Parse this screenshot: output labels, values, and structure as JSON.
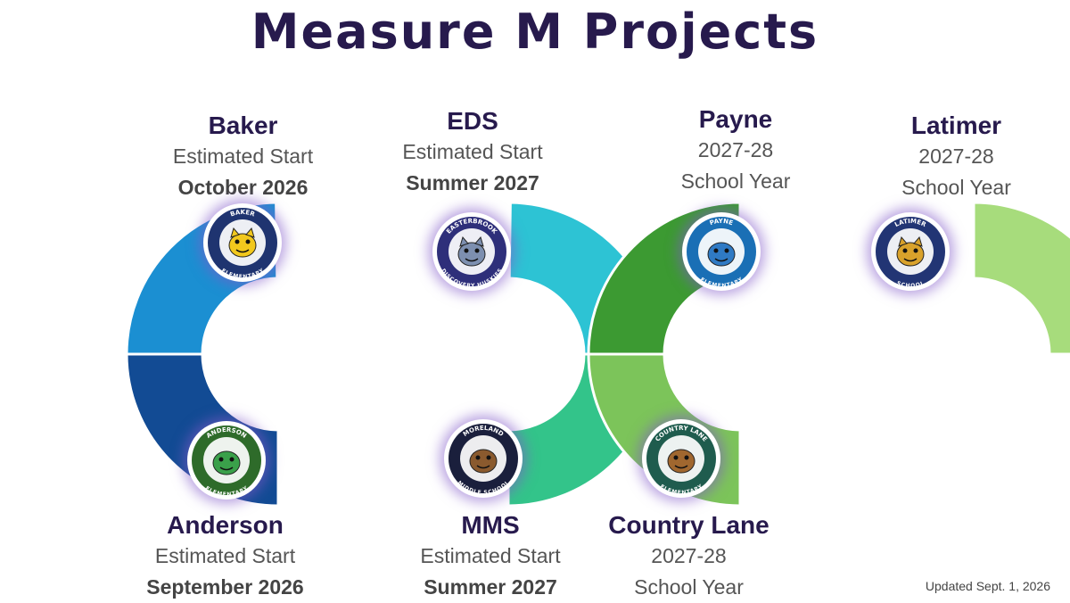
{
  "title": "Measure M Projects",
  "updated": "Updated Sept. 1, 2026",
  "projects": [
    {
      "name": "Anderson",
      "line1": "Estimated Start",
      "line2": "September 2026",
      "line2_bold": true,
      "logo_text_top": "ANDERSON",
      "logo_text_bottom": "ELEMENTARY",
      "logo_icon": "alligator-icon",
      "logo_color": "#2e6b2a",
      "segment_color": "#124b94"
    },
    {
      "name": "Baker",
      "line1": "Estimated Start",
      "line2": "October 2026",
      "line2_bold": true,
      "logo_text_top": "BAKER",
      "logo_text_bottom": "ELEMENTARY",
      "logo_icon": "bobcat-icon",
      "logo_color": "#1f3470",
      "segment_color": "#1b8fd2"
    },
    {
      "name": "EDS",
      "line1": "Estimated Start",
      "line2": "Summer 2027",
      "line2_bold": true,
      "logo_text_top": "EASTERBROOK",
      "logo_text_bottom": "DISCOVERY HUSKIES",
      "logo_icon": "husky-icon",
      "logo_color": "#2e2f7a",
      "segment_color": "#2dc3d4"
    },
    {
      "name": "MMS",
      "line1": "Estimated Start",
      "line2": "Summer 2027",
      "line2_bold": true,
      "logo_text_top": "MORELAND",
      "logo_text_bottom": "MIDDLE SCHOOL",
      "logo_icon": "mustang-icon",
      "logo_color": "#1a1f3c",
      "segment_color": "#33c48a"
    },
    {
      "name": "Country Lane",
      "line1": "2027-28",
      "line2": "School Year",
      "line2_bold": false,
      "logo_text_top": "COUNTRY LANE",
      "logo_text_bottom": "ELEMENTARY",
      "logo_icon": "horse-horseshoe-icon",
      "logo_color": "#1f5c4e",
      "segment_color": "#7cc45a"
    },
    {
      "name": "Payne",
      "line1": "2027-28",
      "line2": "School Year",
      "line2_bold": false,
      "logo_text_top": "PAYNE",
      "logo_text_bottom": "ELEMENTARY",
      "logo_icon": "beaver-icon",
      "logo_color": "#1a6fb5",
      "segment_color": "#3c9a32"
    },
    {
      "name": "Latimer",
      "line1": "2027-28",
      "line2": "School Year",
      "line2_bold": false,
      "logo_text_top": "LATIMER",
      "logo_text_bottom": "SCHOOL",
      "logo_icon": "lion-icon",
      "logo_color": "#223574",
      "segment_color": "#a7dc7c"
    }
  ]
}
